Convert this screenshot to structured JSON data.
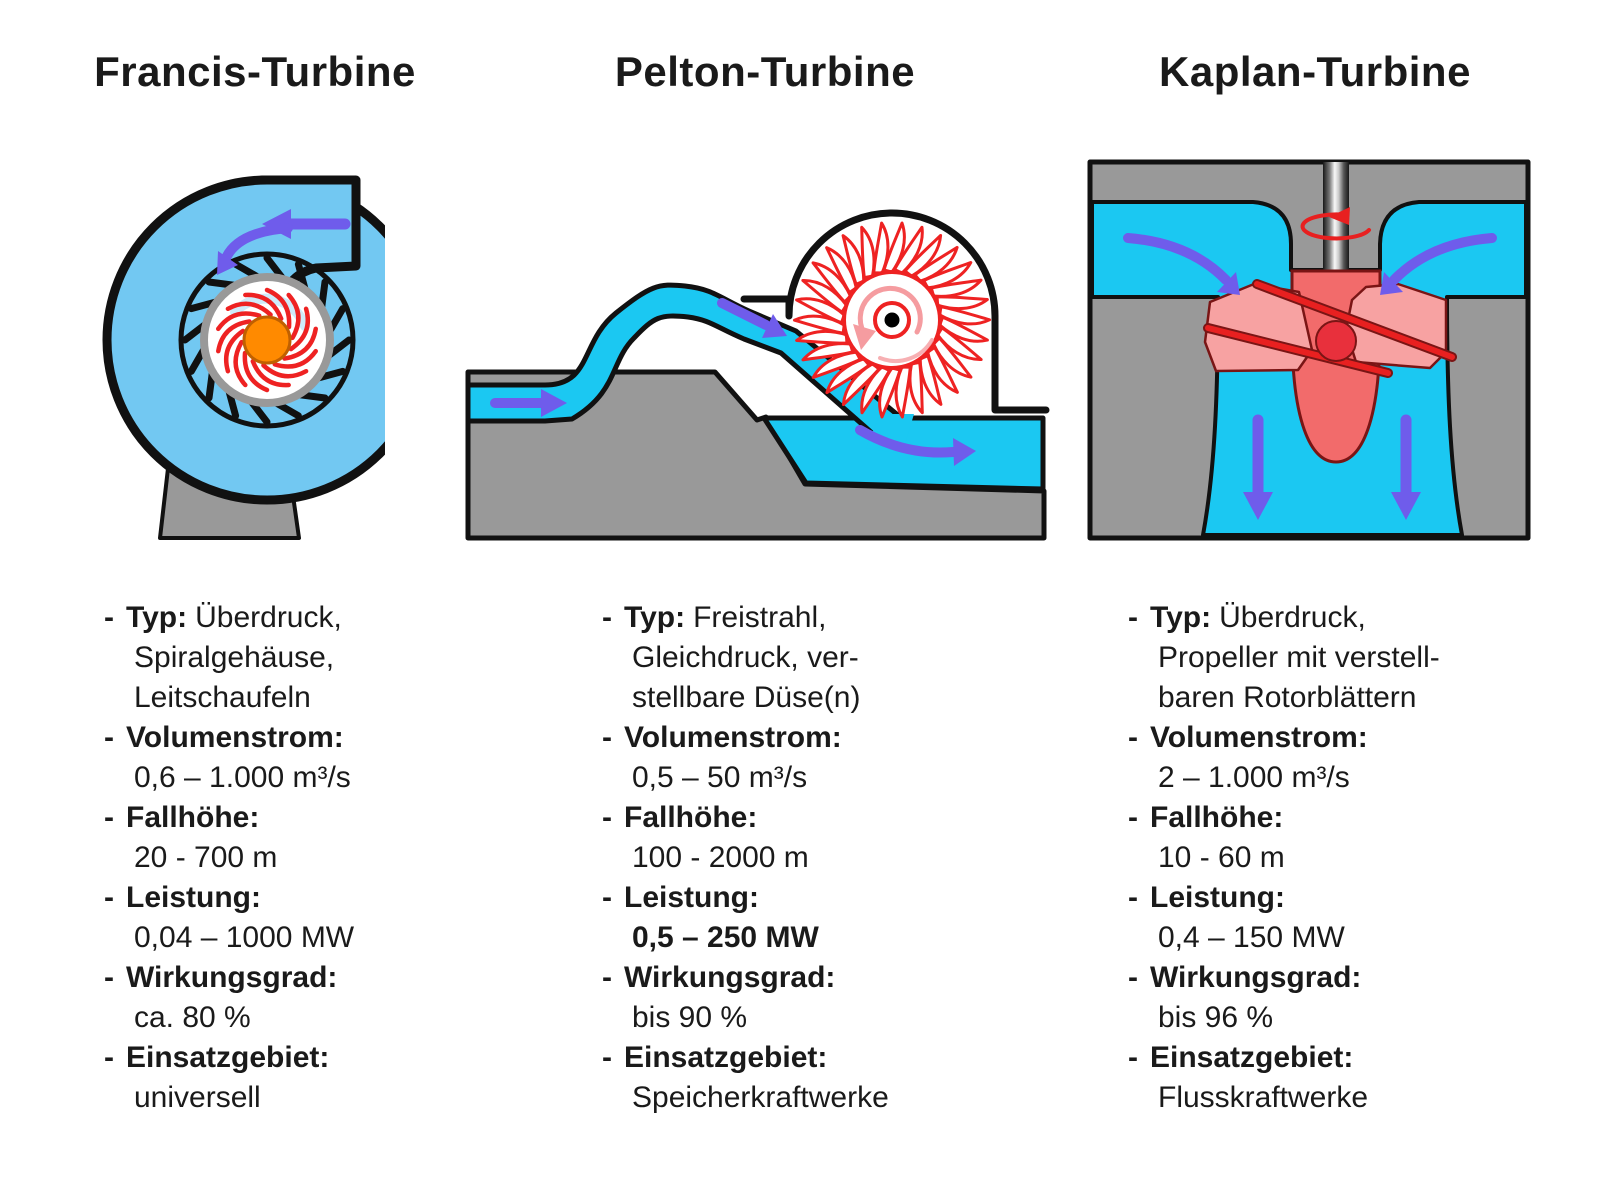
{
  "bullet": "-",
  "columns": [
    {
      "title": "Francis-Turbine",
      "items": [
        {
          "label": "Typ:",
          "value": "Überdruck,",
          "cont": [
            "Spiralgehäuse,",
            "Leitschaufeln"
          ]
        },
        {
          "label": "Volumenstrom:",
          "value": "0,6 – 1.000 m³/s",
          "weight": "normal"
        },
        {
          "label": "Fallhöhe:",
          "value": "20 - 700 m",
          "weight": "normal"
        },
        {
          "label": "Leistung:",
          "value": "0,04 – 1000 MW",
          "weight": "normal"
        },
        {
          "label": "Wirkungsgrad:",
          "value": "ca. 80 %",
          "weight": "normal"
        },
        {
          "label": "Einsatzgebiet:",
          "value": "universell",
          "weight": "normal"
        }
      ]
    },
    {
      "title": "Pelton-Turbine",
      "items": [
        {
          "label": "Typ:",
          "value": "Freistrahl,",
          "cont": [
            "Gleichdruck, ver-",
            "stellbare Düse(n)"
          ]
        },
        {
          "label": "Volumenstrom:",
          "value": "0,5 – 50 m³/s",
          "weight": "normal"
        },
        {
          "label": "Fallhöhe:",
          "value": "100 - 2000 m",
          "weight": "normal"
        },
        {
          "label": "Leistung:",
          "value": "0,5 – 250 MW",
          "weight": "bold"
        },
        {
          "label": "Wirkungsgrad:",
          "value": "bis 90 %",
          "weight": "normal"
        },
        {
          "label": "Einsatzgebiet:",
          "value": "Speicherkraftwerke",
          "weight": "normal"
        }
      ]
    },
    {
      "title": "Kaplan-Turbine",
      "items": [
        {
          "label": "Typ:",
          "value": "Überdruck,",
          "cont": [
            "Propeller mit verstell-",
            "baren Rotorblättern"
          ]
        },
        {
          "label": "Volumenstrom:",
          "value": "2 – 1.000 m³/s",
          "weight": "normal"
        },
        {
          "label": "Fallhöhe:",
          "value": "10 - 60 m",
          "weight": "normal"
        },
        {
          "label": "Leistung:",
          "value": "0,4 – 150 MW",
          "weight": "normal"
        },
        {
          "label": "Wirkungsgrad:",
          "value": "bis 96 %",
          "weight": "normal"
        },
        {
          "label": "Einsatzgebiet:",
          "value": "Flusskraftwerke",
          "weight": "normal"
        }
      ]
    }
  ],
  "colors": {
    "water_cyan": "#1BC8F2",
    "casing_blue": "#72C8F2",
    "ground_gray": "#999999",
    "outline_black": "#111111",
    "flow_arrow_purple": "#6F5CEB",
    "machine_red": "#EE2222",
    "blade_pink": "#F7A2A2",
    "hub_salmon": "#F26B6B",
    "runner_orange": "#FF8A00",
    "swirl_pink": "#F59CA0",
    "dark_red": "#E8303C"
  }
}
